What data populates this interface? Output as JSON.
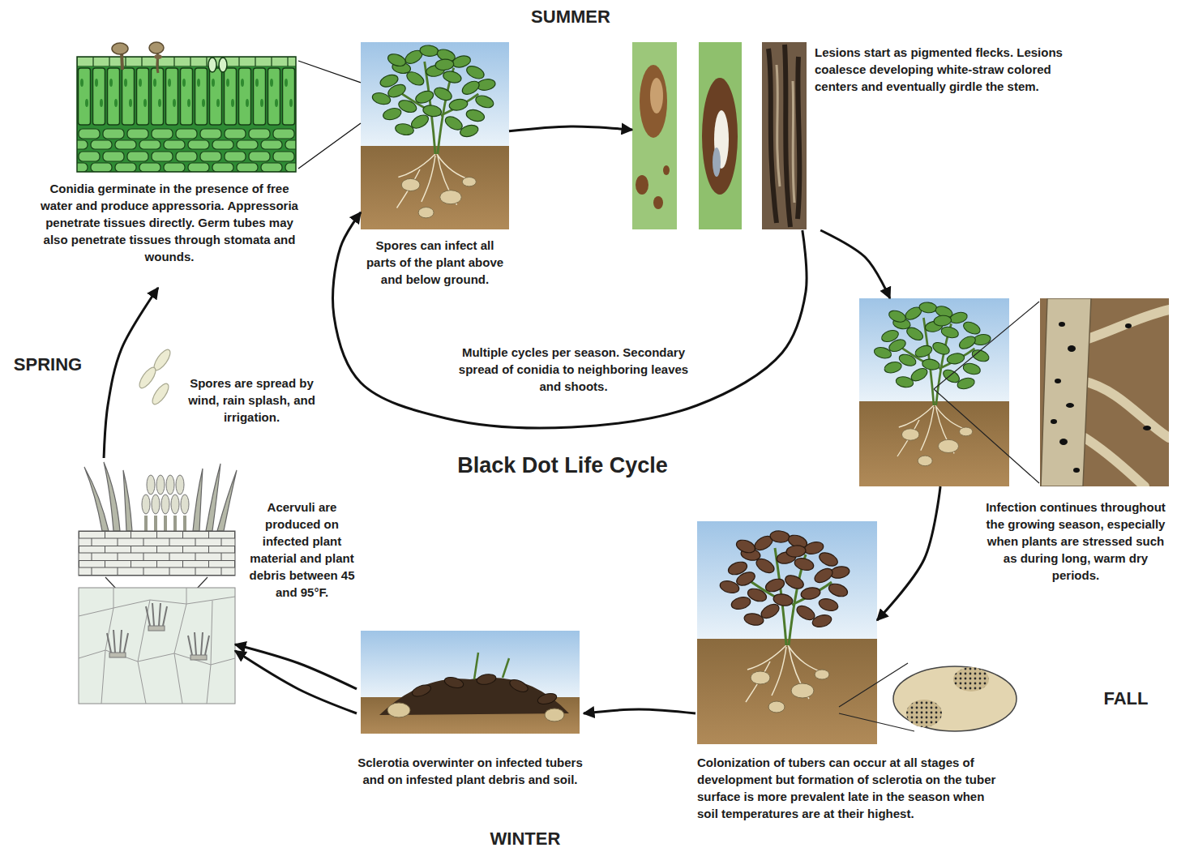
{
  "diagram": {
    "title": "Black Dot Life Cycle",
    "nodes": [
      {
        "text": [
          "Conidia germinate in the presence of free water and produce appressoria. Appressoria penetrate tissues directly. Germ tubes may also penetrate tissues through stomata and wounds."
        ]
      },
      {
        "text": [
          "Spores can infect all parts of the plant above and below ground."
        ]
      },
      {
        "text": [
          "Lesions start as pigmented flecks. Lesions coalesce developing white-straw colored centers and eventually girdle the stem."
        ]
      },
      {
        "text": [
          "Infection continues throughout the growing season, especially when plants are stressed such as during long, warm dry periods."
        ]
      },
      {
        "text": [
          "Colonization of tubers can occur at all stages of development but formation of sclerotia on the tuber surface is more prevalent late in the season when soil temperatures are at their highest."
        ]
      },
      {
        "text": [
          "Sclerotia overwinter on infected tubers and on infested plant debris and soil."
        ]
      },
      {
        "text": [
          "Acervuli are produced on infected plant material and plant debris between 45 and 95°F."
        ]
      },
      {
        "text": [
          "Spores are spread by wind, rain splash, and irrigation."
        ]
      }
    ],
    "edges": [
      {
        "from": 0,
        "to": 1,
        "arrow": "none"
      },
      {
        "from": 0,
        "to": 1,
        "arrow": "none"
      },
      {
        "from": 1,
        "to": 2,
        "arrow": "to"
      },
      {
        "from": 2,
        "to": 3,
        "arrow": "to"
      },
      {
        "from": 2,
        "to": 1,
        "label": "Multiple cycles per season. Secondary spread of conidia to neighboring leaves and shoots.",
        "arrow": "to"
      },
      {
        "from": 3,
        "to": 4,
        "arrow": "to"
      },
      {
        "from": 4,
        "to": 5,
        "arrow": "to"
      },
      {
        "from": 5,
        "to": 6,
        "arrow": "to"
      },
      {
        "from": 5,
        "to": 6,
        "arrow": "to"
      },
      {
        "from": 6,
        "to": 0,
        "arrow": "to"
      }
    ],
    "labels": [
      "SUMMER",
      "SPRING",
      "FALL",
      "WINTER"
    ]
  }
}
